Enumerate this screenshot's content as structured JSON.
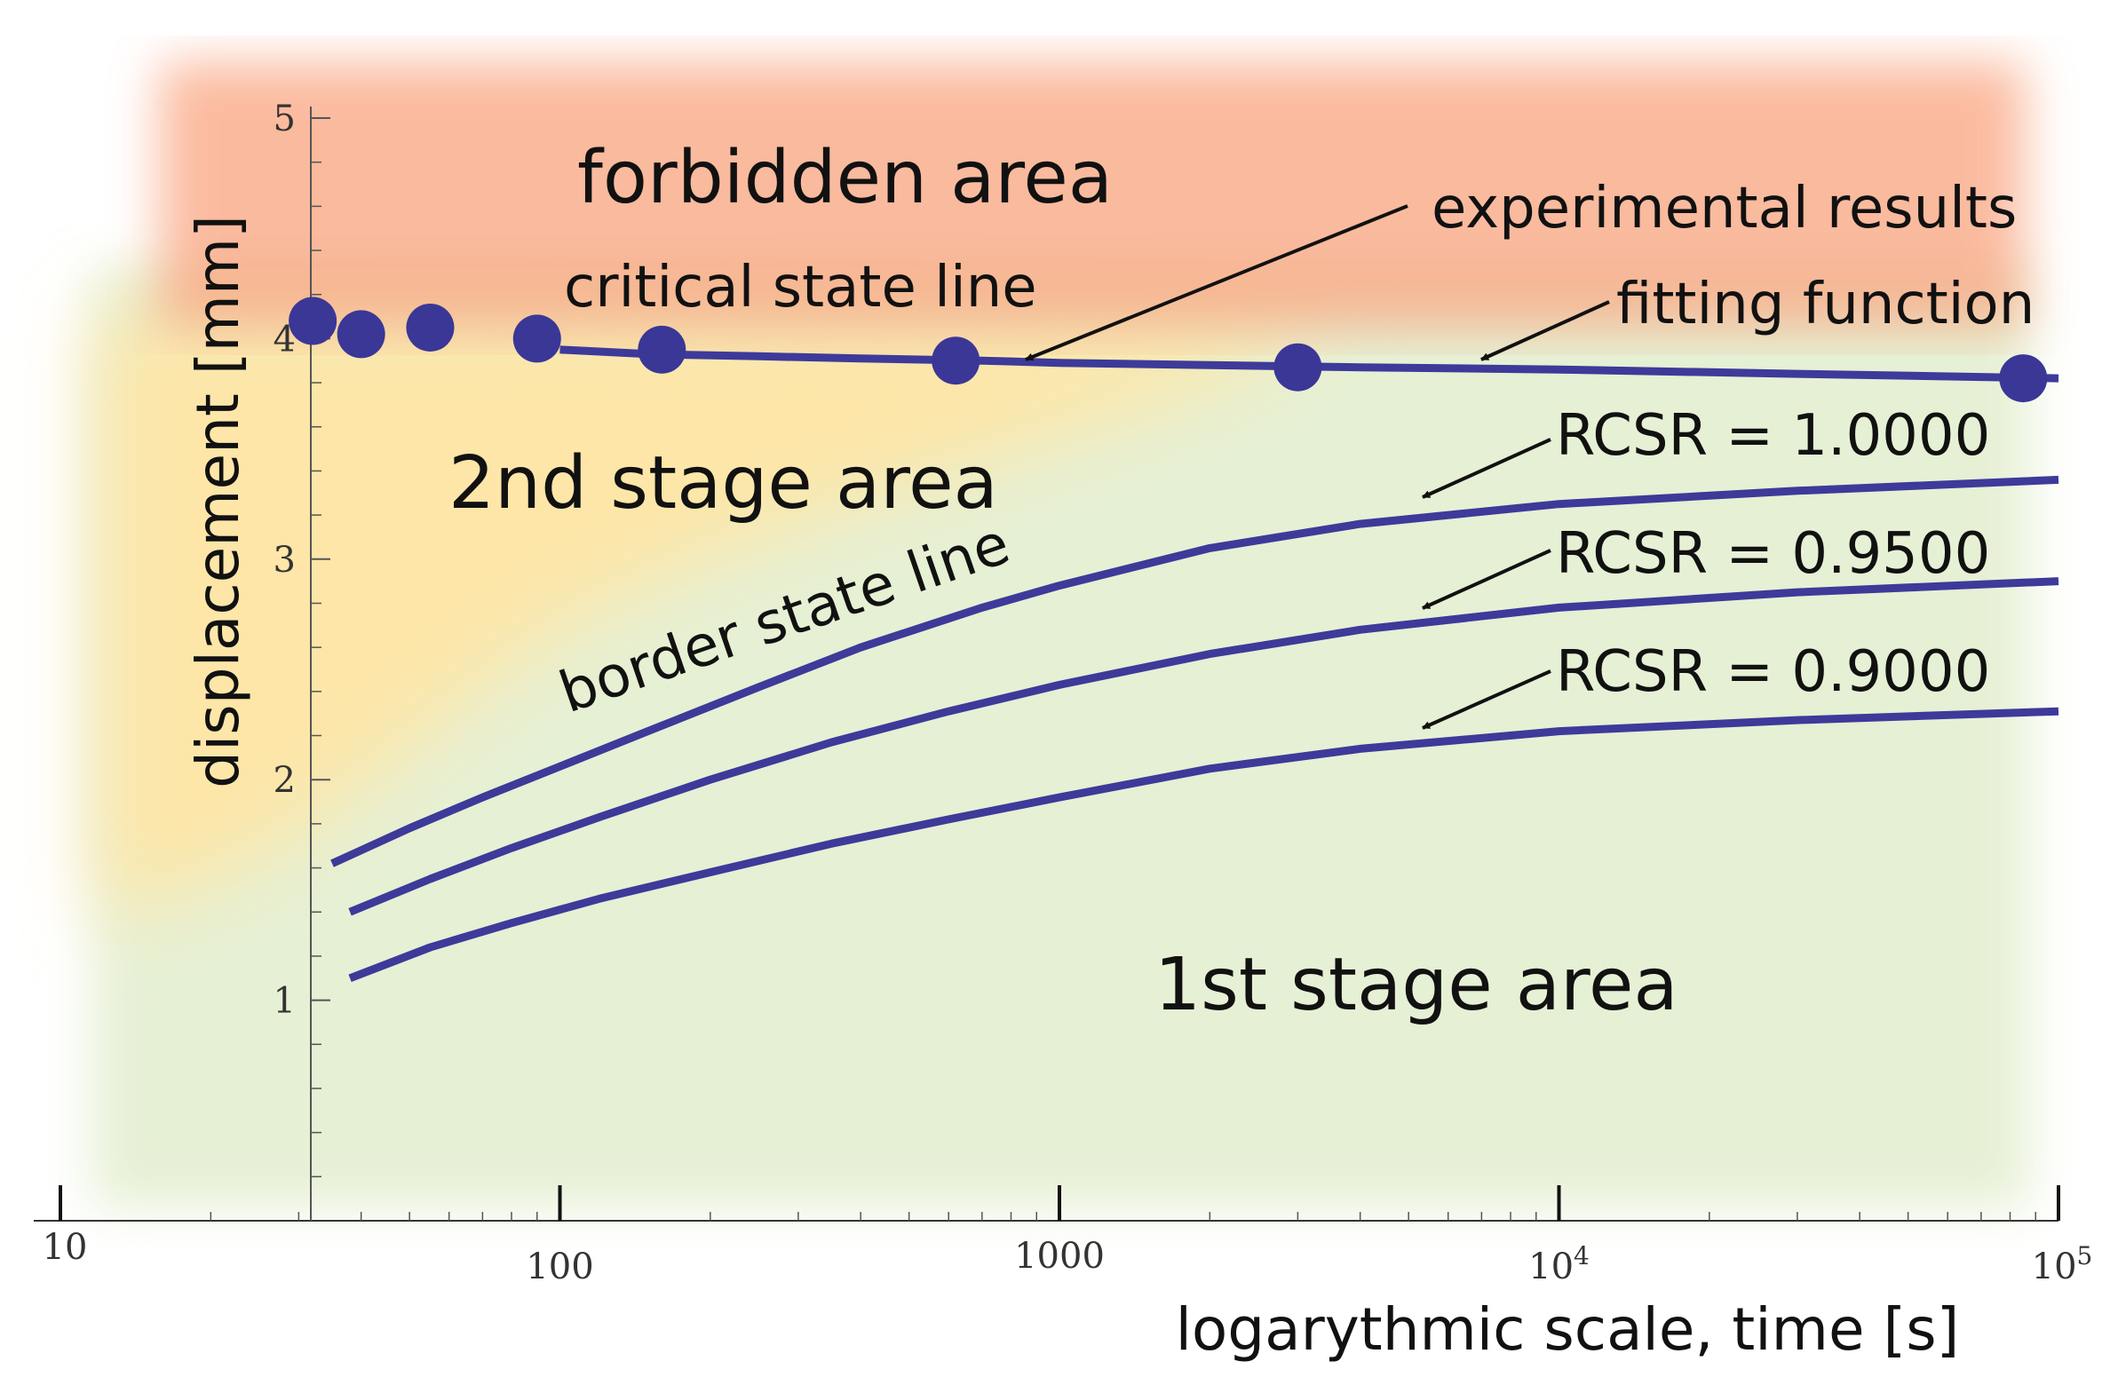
{
  "chart_data": {
    "type": "line",
    "xlabel": "logarythmic scale, time [s]",
    "ylabel": "displacement [mm]",
    "x_scale": "log",
    "xlim": [
      10,
      100000
    ],
    "ylim": [
      0,
      5
    ],
    "x_ticks": [
      {
        "value": 10,
        "label": "10"
      },
      {
        "value": 100,
        "label": "100"
      },
      {
        "value": 1000,
        "label": "1000"
      },
      {
        "value": 10000,
        "label": "10",
        "sup": "4"
      },
      {
        "value": 100000,
        "label": "10",
        "sup": "5"
      }
    ],
    "y_ticks": [
      {
        "value": 1,
        "label": "1"
      },
      {
        "value": 2,
        "label": "2"
      },
      {
        "value": 3,
        "label": "3"
      },
      {
        "value": 4,
        "label": "4"
      },
      {
        "value": 5,
        "label": "5"
      }
    ],
    "regions": [
      {
        "label": "forbidden area",
        "color": "#f9a07a"
      },
      {
        "label": "2nd stage area",
        "color": "#fde6a8"
      },
      {
        "label": "1st stage area",
        "color": "#e6f0d4"
      }
    ],
    "line_labels": {
      "critical": "critical state line",
      "border": "border state line"
    },
    "annotations": {
      "experimental": "experimental results",
      "fitting": "fitting function"
    },
    "experimental_points": {
      "x": [
        32,
        40,
        55,
        90,
        160,
        620,
        3000,
        85000
      ],
      "y": [
        4.08,
        4.02,
        4.05,
        4.0,
        3.95,
        3.9,
        3.87,
        3.82
      ]
    },
    "series": [
      {
        "name": "fitting function",
        "x": [
          100,
          150,
          250,
          400,
          700,
          1000,
          2000,
          4000,
          10000,
          30000,
          100000
        ],
        "y": [
          3.95,
          3.93,
          3.92,
          3.91,
          3.9,
          3.89,
          3.88,
          3.87,
          3.86,
          3.84,
          3.82
        ]
      },
      {
        "name": "RCSR = 1.0000",
        "x": [
          35,
          50,
          70,
          100,
          150,
          250,
          400,
          700,
          1000,
          2000,
          4000,
          10000,
          30000,
          100000
        ],
        "y": [
          1.62,
          1.78,
          1.92,
          2.06,
          2.22,
          2.42,
          2.6,
          2.78,
          2.88,
          3.05,
          3.16,
          3.25,
          3.31,
          3.36
        ]
      },
      {
        "name": "RCSR = 0.9500",
        "x": [
          38,
          55,
          80,
          120,
          200,
          350,
          600,
          1000,
          2000,
          4000,
          10000,
          30000,
          100000
        ],
        "y": [
          1.4,
          1.55,
          1.69,
          1.83,
          2.0,
          2.17,
          2.31,
          2.43,
          2.57,
          2.68,
          2.78,
          2.85,
          2.9
        ]
      },
      {
        "name": "RCSR = 0.9000",
        "x": [
          38,
          55,
          80,
          120,
          200,
          350,
          600,
          1000,
          2000,
          4000,
          10000,
          30000,
          100000
        ],
        "y": [
          1.1,
          1.24,
          1.35,
          1.46,
          1.58,
          1.71,
          1.82,
          1.92,
          2.05,
          2.14,
          2.22,
          2.27,
          2.31
        ]
      }
    ],
    "colors": {
      "line": "#3d3a9a",
      "points": "#3a3797",
      "axis": "#333333"
    }
  }
}
